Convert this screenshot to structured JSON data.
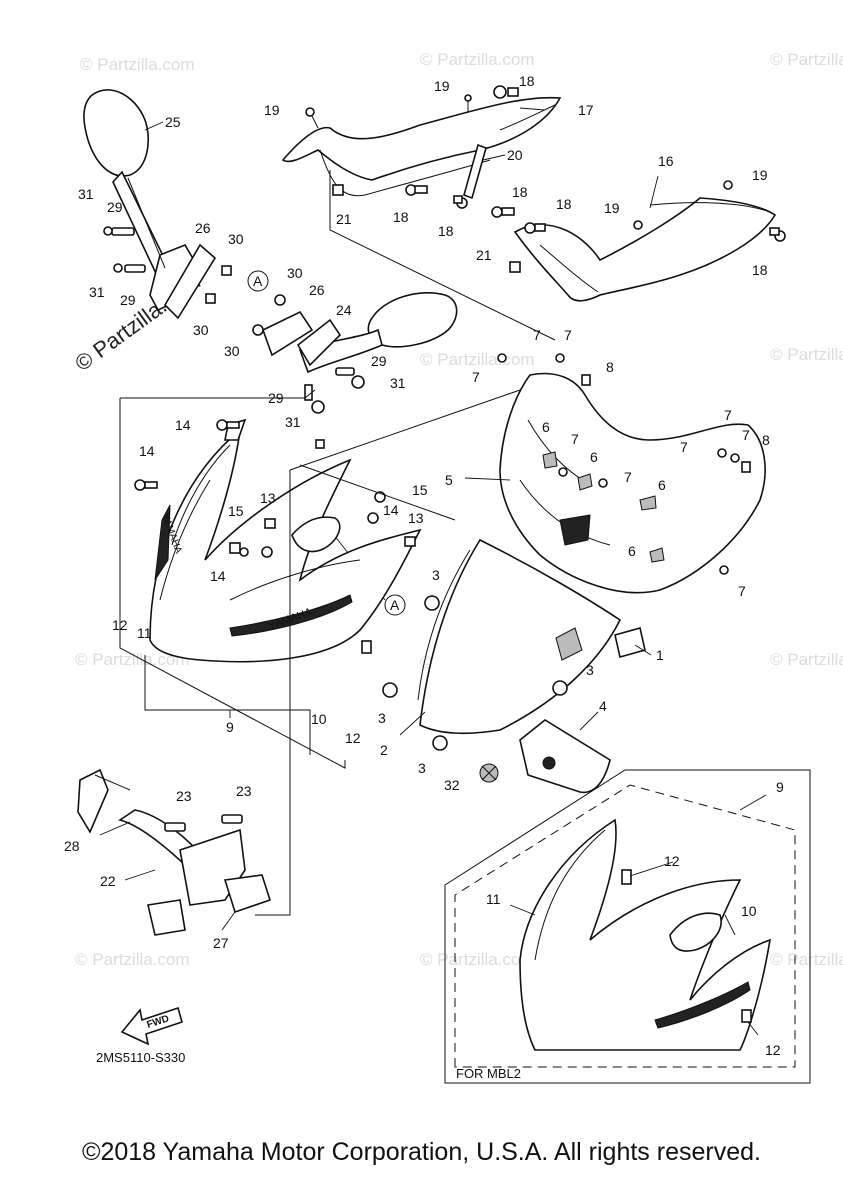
{
  "copyright": "©2018 Yamaha Motor Corporation, U.S.A. All rights reserved.",
  "diagram_code": "2MS5110-S330",
  "fwd_arrow_text": "FWD",
  "variant_box_label": "FOR MBL2",
  "watermark_text": "© Partzilla.com",
  "watermark_large_text": "© Partzilla.com",
  "brand_decal_text": "YAMAHA",
  "reference_mark": "A",
  "callouts": {
    "c1": "1",
    "c2": "2",
    "c3a": "3",
    "c3b": "3",
    "c3c": "3",
    "c3d": "3",
    "c4": "4",
    "c5": "5",
    "c6a": "6",
    "c6b": "6",
    "c6c": "6",
    "c6d": "6",
    "c7a": "7",
    "c7b": "7",
    "c7c": "7",
    "c7d": "7",
    "c7e": "7",
    "c7f": "7",
    "c7g": "7",
    "c7h": "7",
    "c7i": "7",
    "c8a": "8",
    "c8b": "8",
    "c9a": "9",
    "c9b": "9",
    "c10a": "10",
    "c10b": "10",
    "c11a": "11",
    "c11b": "11",
    "c12a": "12",
    "c12b": "12",
    "c12c": "12",
    "c12d": "12",
    "c13a": "13",
    "c13b": "13",
    "c14a": "14",
    "c14b": "14",
    "c14c": "14",
    "c14d": "14",
    "c15a": "15",
    "c15b": "15",
    "c16": "16",
    "c17": "17",
    "c18a": "18",
    "c18b": "18",
    "c18c": "18",
    "c18d": "18",
    "c18e": "18",
    "c18f": "18",
    "c19a": "19",
    "c19b": "19",
    "c19c": "19",
    "c19d": "19",
    "c20": "20",
    "c21a": "21",
    "c21b": "21",
    "c22": "22",
    "c23a": "23",
    "c23b": "23",
    "c24": "24",
    "c25": "25",
    "c26a": "26",
    "c26b": "26",
    "c27": "27",
    "c28": "28",
    "c29a": "29",
    "c29b": "29",
    "c29c": "29",
    "c29d": "29",
    "c30a": "30",
    "c30b": "30",
    "c30c": "30",
    "c30d": "30",
    "c31a": "31",
    "c31b": "31",
    "c31c": "31",
    "c31d": "31",
    "c32": "32"
  }
}
